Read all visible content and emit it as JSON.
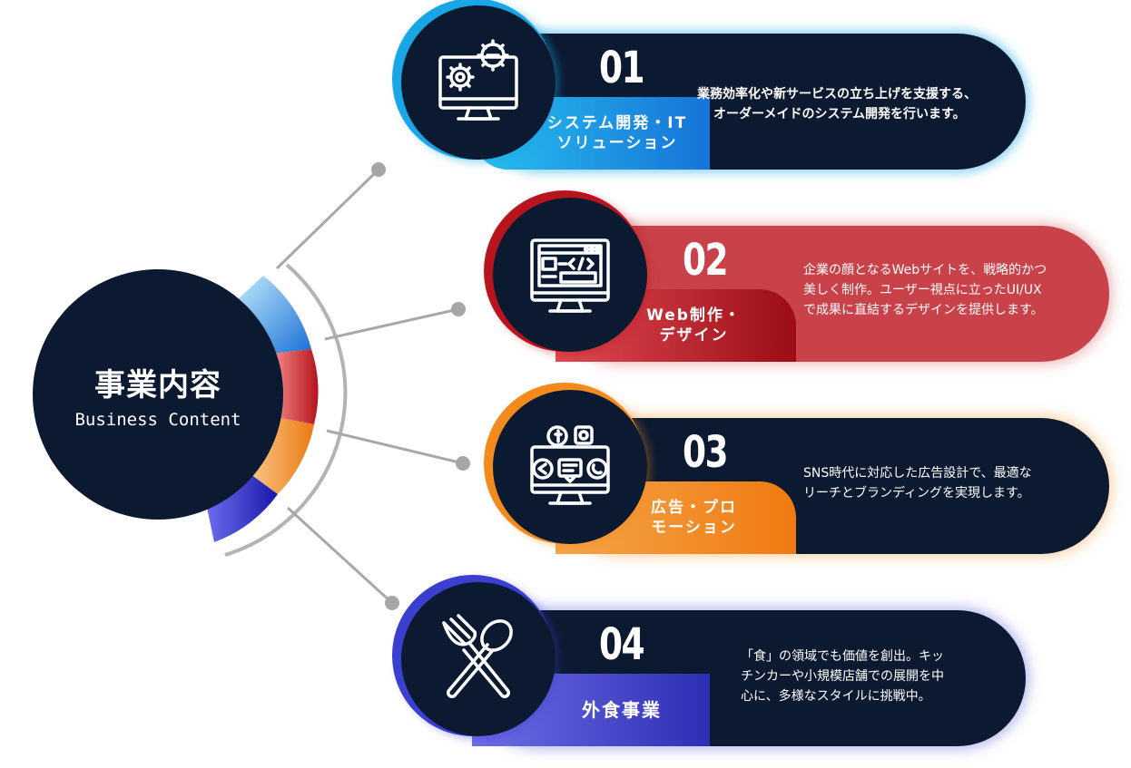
{
  "hub": {
    "title_jp": "事業内容",
    "title_en": "Business Content"
  },
  "items": [
    {
      "number": "01",
      "label_line1": "システム開発・IT",
      "label_line2": "ソリューション",
      "desc_line1": "業務効率化や新サービスの立ち上げを支援する、",
      "desc_line2": "オーダーメイドのシステム開発を行います。",
      "icon": "gear-monitor-icon",
      "accent": "#1aa6e6"
    },
    {
      "number": "02",
      "label_line1": "Web制作・",
      "label_line2": "デザイン",
      "desc_line1": "企業の顔となるWebサイトを、戦略的かつ",
      "desc_line2": "美しく制作。ユーザー視点に立ったUI/UX",
      "desc_line3": "で成果に直結するデザインを提供します。",
      "icon": "code-window-icon",
      "accent": "#b8141e"
    },
    {
      "number": "03",
      "label_line1": "広告・プロ",
      "label_line2": "モーション",
      "desc_line1": "SNS時代に対応した広告設計で、最適な",
      "desc_line2": "リーチとブランディングを実現します。",
      "icon": "social-monitor-icon",
      "accent": "#f28a1e"
    },
    {
      "number": "04",
      "label_line1": "外食事業",
      "desc_line1": "「食」の領域でも価値を創出。キッ",
      "desc_line2": "チンカーや小規模店舗での展開を中",
      "desc_line3": "心に、多様なスタイルに挑戦中。",
      "icon": "fork-spoon-icon",
      "accent": "#3b3fd0"
    }
  ]
}
